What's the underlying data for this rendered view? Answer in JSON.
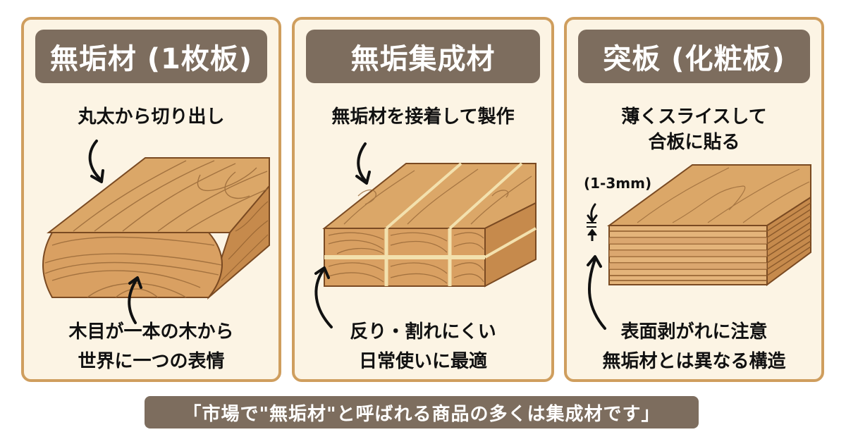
{
  "cards": [
    {
      "title": "無垢材 (1枚板)",
      "top_caption": [
        "丸太から切り出し"
      ],
      "bottom_caption": [
        "木目が一本の木から",
        "世界に一つの表情"
      ]
    },
    {
      "title": "無垢集成材",
      "top_caption": [
        "無垢材を接着して製作"
      ],
      "bottom_caption": [
        "反り・割れにくい",
        "日常使いに最適"
      ]
    },
    {
      "title": "突板 (化粧板)",
      "top_caption": [
        "薄くスライスして",
        "合板に貼る"
      ],
      "bottom_caption": [
        "表面剥がれに注意",
        "無垢材とは異なる構造"
      ],
      "thickness_label": "(1-3mm)"
    }
  ],
  "banner": {
    "text": "「市場で\"無垢材\"と呼ばれる商品の多くは集成材です」"
  },
  "colors": {
    "card_bg": "#fcf4e4",
    "card_border": "#cf9e5e",
    "title_bar": "#7d6d5e",
    "wood_top": "#dba768",
    "wood_front": "#d9a062",
    "wood_side": "#c68a4c",
    "grain": "#8b5a2b",
    "glue": "#f3e1ae"
  }
}
